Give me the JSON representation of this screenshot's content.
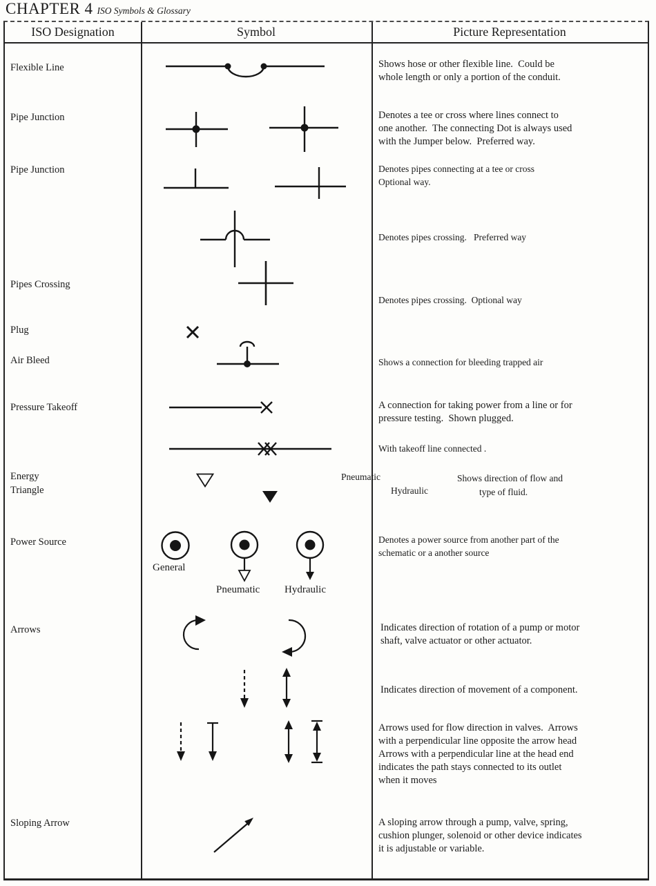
{
  "header": {
    "chapter": "CHAPTER 4",
    "subtitle": "ISO Symbols & Glossary"
  },
  "table_headers": {
    "designation": "ISO Designation",
    "symbol": "Symbol",
    "picture": "Picture Representation"
  },
  "rows": {
    "flexible_line": {
      "designation": "Flexible Line",
      "description": "Shows hose or other flexible line.  Could be\nwhole length or only a portion of the conduit."
    },
    "pipe_junction_preferred": {
      "designation": "Pipe Junction",
      "description": "Denotes a tee or cross where lines connect to\none another.  The connecting Dot is always used\nwith the Jumper below.  Preferred way."
    },
    "pipe_junction_optional": {
      "designation": "Pipe Junction",
      "description": "Denotes pipes connecting at a tee or cross\nOptional way."
    },
    "pipes_crossing_preferred": {
      "description": "Denotes pipes crossing.   Preferred way"
    },
    "pipes_crossing_optional": {
      "designation": "Pipes Crossing",
      "description": "Denotes pipes crossing.  Optional way"
    },
    "plug": {
      "designation": "Plug"
    },
    "air_bleed": {
      "designation": "Air Bleed",
      "description": "Shows a connection for bleeding trapped air"
    },
    "pressure_takeoff": {
      "designation": "Pressure Takeoff",
      "description": "A connection for taking power from a line or for\npressure testing.  Shown plugged."
    },
    "takeoff_connected": {
      "description": "With takeoff line connected ."
    },
    "energy_triangle": {
      "designation": "Energy\nTriangle",
      "label_pneumatic": "Pneumatic",
      "label_hydraulic": "Hydraulic",
      "description_line1": "Shows direction of flow and",
      "description_line2": "type of fluid."
    },
    "power_source": {
      "designation": "Power Source",
      "label_general": "General",
      "label_pneumatic": "Pneumatic",
      "label_hydraulic": "Hydraulic",
      "description": "Denotes a power source from another part of the\nschematic or a another source"
    },
    "arrows_rotation": {
      "designation": "Arrows",
      "description": "Indicates direction of rotation of a pump or motor\nshaft, valve actuator or other actuator."
    },
    "arrows_movement": {
      "description": "Indicates direction of movement of a component."
    },
    "arrows_flow": {
      "description": "Arrows used for flow direction in valves.  Arrows\nwith a perpendicular line opposite the arrow head\nArrows with a perpendicular line at the head end\nindicates the path stays connected to its outlet\nwhen it moves"
    },
    "sloping_arrow": {
      "designation": "Sloping Arrow",
      "description": "A sloping arrow through a pump, valve, spring,\ncushion plunger, solenoid or other device indicates\nit is adjustable or variable."
    }
  }
}
